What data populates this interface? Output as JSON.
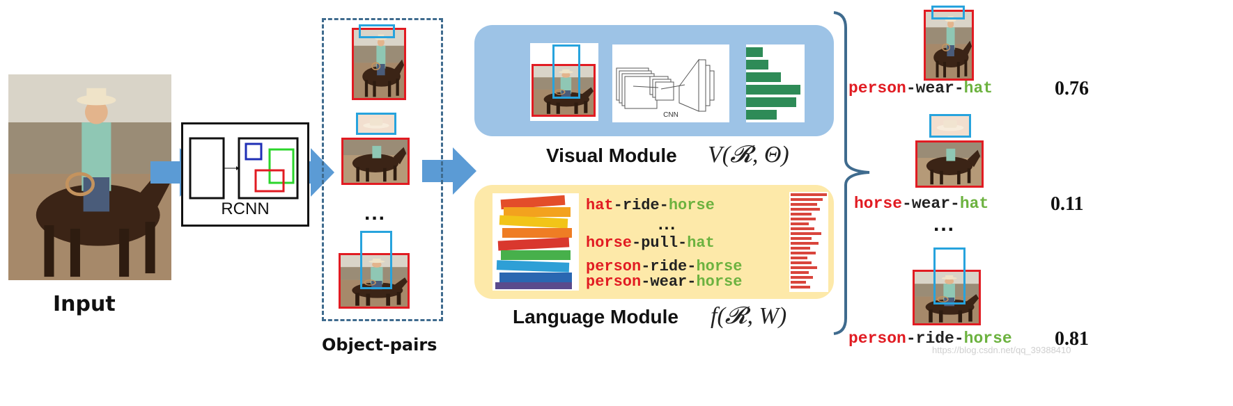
{
  "input_label": "Input",
  "rcnn_label": "RCNN",
  "object_pairs_label": "Object-pairs",
  "ellipsis": "...",
  "visual_module": {
    "title": "Visual Module",
    "formula": "V(𝓡, Θ)",
    "cnn_caption": "CNN"
  },
  "language_module": {
    "title": "Language Module",
    "formula": "f(𝓡, W)",
    "phrases": [
      {
        "subject": "hat",
        "predicate": "ride",
        "object": "horse"
      },
      {
        "subject": "horse",
        "predicate": "pull",
        "object": "hat"
      },
      {
        "subject": "person",
        "predicate": "ride",
        "object": "horse"
      },
      {
        "subject": "person",
        "predicate": "wear",
        "object": "horse"
      }
    ]
  },
  "results": [
    {
      "subject": "person",
      "predicate": "wear",
      "object": "hat",
      "score": "0.76"
    },
    {
      "subject": "horse",
      "predicate": "wear",
      "object": "hat",
      "score": "0.11"
    },
    {
      "subject": "person",
      "predicate": "ride",
      "object": "horse",
      "score": "0.81"
    }
  ],
  "watermark": "https://blog.csdn.net/qq_39388410",
  "colors": {
    "subject_red": "#e11b22",
    "object_green": "#6cb23f",
    "box_blue": "#27a3dd",
    "box_red": "#e11b22",
    "arrow_blue": "#5b9bd5",
    "visual_panel": "#9dc3e6",
    "language_panel": "#fde9a9",
    "bar_green": "#2e8b57",
    "bar_red": "#d9453c",
    "dashed_border": "#3f6b8e"
  }
}
